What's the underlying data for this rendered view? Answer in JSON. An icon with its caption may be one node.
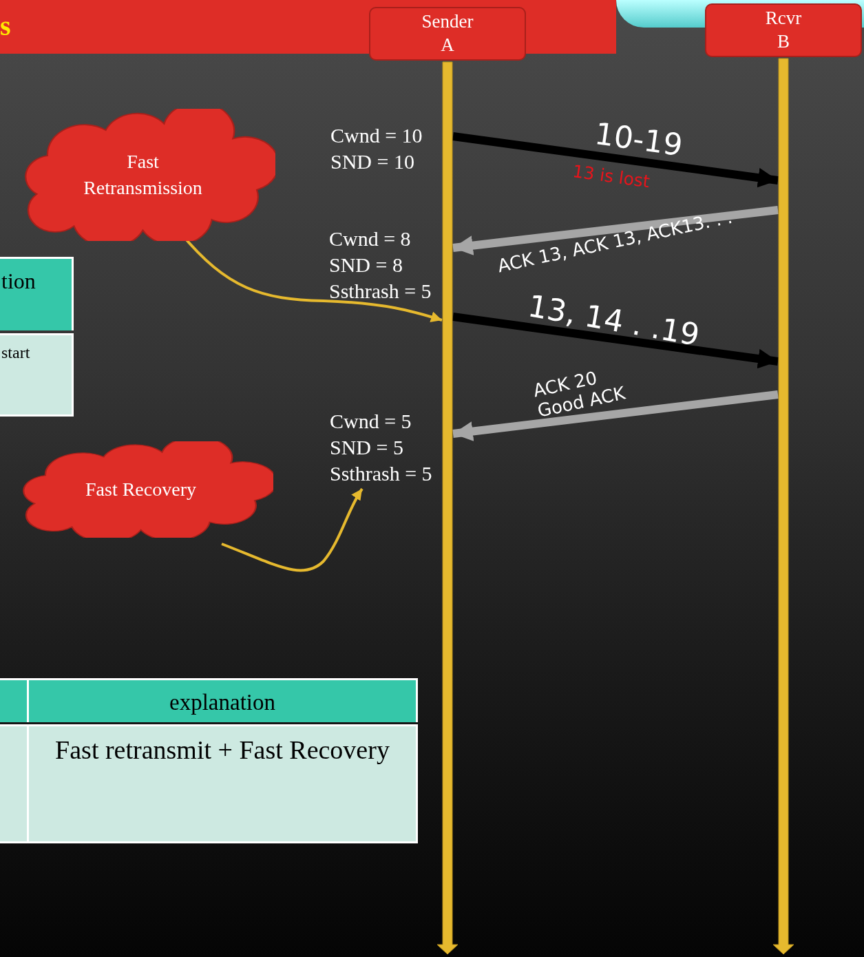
{
  "diagram": {
    "title": "s",
    "nodes": [
      {
        "text": [
          "Sender A"
        ]
      },
      {
        "text": [
          "Rcvr B"
        ]
      },
      {
        "text": [
          "Fast Retransmission"
        ]
      },
      {
        "text": [
          "Fast Recovery"
        ]
      },
      {
        "text": [
          "Cwnd = 10",
          "SND = 10"
        ]
      },
      {
        "text": [
          "Cwnd = 8",
          "SND = 8",
          "Ssthrash = 5"
        ]
      },
      {
        "text": [
          "Cwnd = 5",
          "SND = 5",
          "Ssthrash = 5"
        ]
      }
    ],
    "edges": [
      {
        "from": 0,
        "to": 1,
        "arrow": "to",
        "label": "10-19",
        "color": "#000000"
      },
      {
        "from": 1,
        "to": 0,
        "arrow": "to",
        "label": "ACK 13, ACK 13, ACK13. . .",
        "color": "#a6a6a6"
      },
      {
        "from": 0,
        "to": 1,
        "arrow": "to",
        "label": "13, 14 . .19",
        "color": "#000000"
      },
      {
        "from": 1,
        "to": 0,
        "arrow": "to",
        "label": "ACK 20 Good ACK",
        "color": "#a6a6a6"
      },
      {
        "from": 2,
        "to": 0,
        "arrow": "to",
        "color": "#e6b92e"
      },
      {
        "from": 3,
        "to": 6,
        "arrow": "to",
        "color": "#e6b92e"
      }
    ],
    "labels": [
      "13 is lost",
      "tion",
      "start",
      "explanation",
      "Fast retransmit + Fast Recovery"
    ]
  }
}
